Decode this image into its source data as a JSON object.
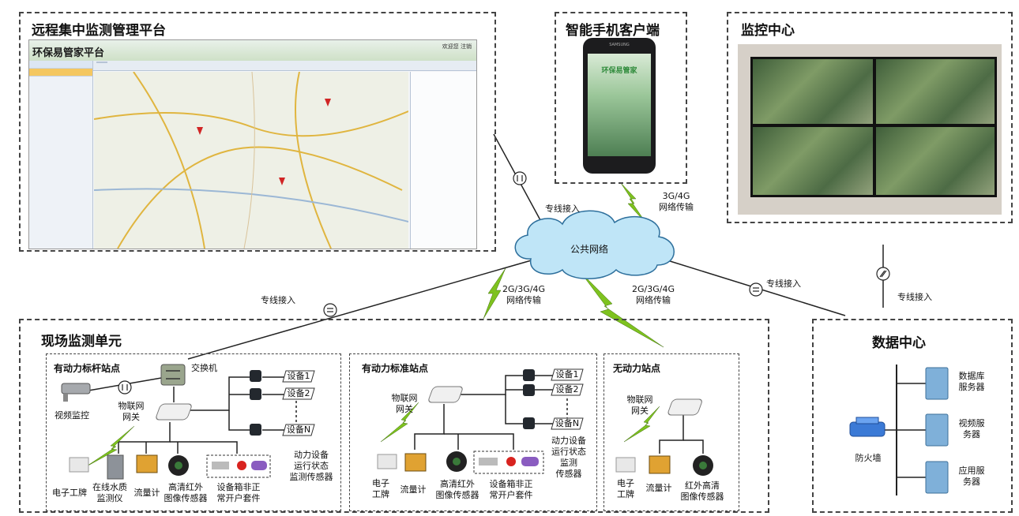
{
  "panels": {
    "remote_platform": "远程集中监测管理平台",
    "phone_client": "智能手机客户端",
    "monitor_center": "监控中心",
    "field_unit": "现场监测单元",
    "data_center": "数据中心"
  },
  "browser": {
    "app_title": "环保易管家平台",
    "user_links": "欢迎您  注销"
  },
  "phone": {
    "brand": "SAMSUNG",
    "app_logo": "环保易管家"
  },
  "network": {
    "cloud": "公共网络",
    "leased_line": "专线接入",
    "phone_link": [
      "3G/4G",
      "网络传输"
    ],
    "mobile_link_1": [
      "2G/3G/4G",
      "网络传输"
    ],
    "mobile_link_2": [
      "2G/3G/4G",
      "网络传输"
    ]
  },
  "sites": {
    "powered_benchmark": {
      "title": "有动力标杆站点",
      "switch": "交换机",
      "gateway": [
        "物联网",
        "网关"
      ],
      "camera": "视频监控",
      "devices": [
        "设备1",
        "设备2",
        "设备N"
      ],
      "sensor_group": [
        "动力设备",
        "运行状态",
        "监测传感器"
      ],
      "bottom": [
        [
          "电子工牌"
        ],
        [
          "在线水质",
          "监测仪"
        ],
        [
          "流量计"
        ],
        [
          "高清红外",
          "图像传感器"
        ],
        [
          "设备箱非正",
          "常开户套件"
        ]
      ]
    },
    "powered_standard": {
      "title": "有动力标准站点",
      "gateway": [
        "物联网",
        "网关"
      ],
      "devices": [
        "设备1",
        "设备2",
        "设备N"
      ],
      "sensor_group": [
        "动力设备",
        "运行状态",
        "监测",
        "传感器"
      ],
      "bottom": [
        [
          "电子",
          "工牌"
        ],
        [
          "流量计"
        ],
        [
          "高清红外",
          "图像传感器"
        ],
        [
          "设备箱非正",
          "常开户套件"
        ]
      ]
    },
    "unpowered": {
      "title": "无动力站点",
      "gateway": [
        "物联网",
        "网关"
      ],
      "bottom": [
        [
          "电子",
          "工牌"
        ],
        [
          "流量计"
        ],
        [
          "红外高清",
          "图像传感器"
        ]
      ]
    }
  },
  "data_center": {
    "firewall": "防火墙",
    "servers": [
      [
        "数据库",
        "服务器"
      ],
      [
        "视频服",
        "务器"
      ],
      [
        "应用服",
        "务器"
      ]
    ]
  }
}
